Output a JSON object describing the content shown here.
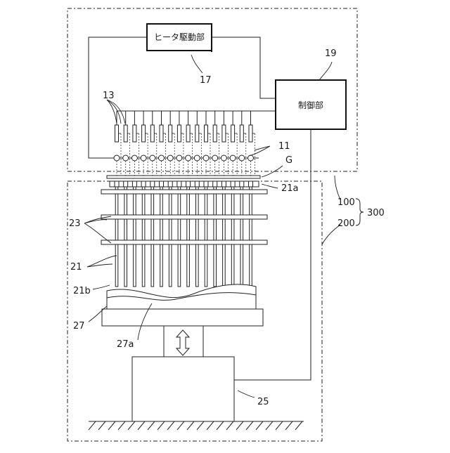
{
  "boxes": {
    "heater_driver": "ヒータ駆動部",
    "controller": "制御部"
  },
  "labels": {
    "l17": "17",
    "l19": "19",
    "l13": "13",
    "l11": "11",
    "lG": "G",
    "l21a": "21a",
    "l100": "100",
    "l300": "300",
    "l200": "200",
    "l23": "23",
    "l21": "21",
    "l21b": "21b",
    "l27": "27",
    "l27a": "27a",
    "l25": "25"
  },
  "counts": {
    "heaters": 16,
    "probes": 16,
    "guide_plates": 3
  }
}
